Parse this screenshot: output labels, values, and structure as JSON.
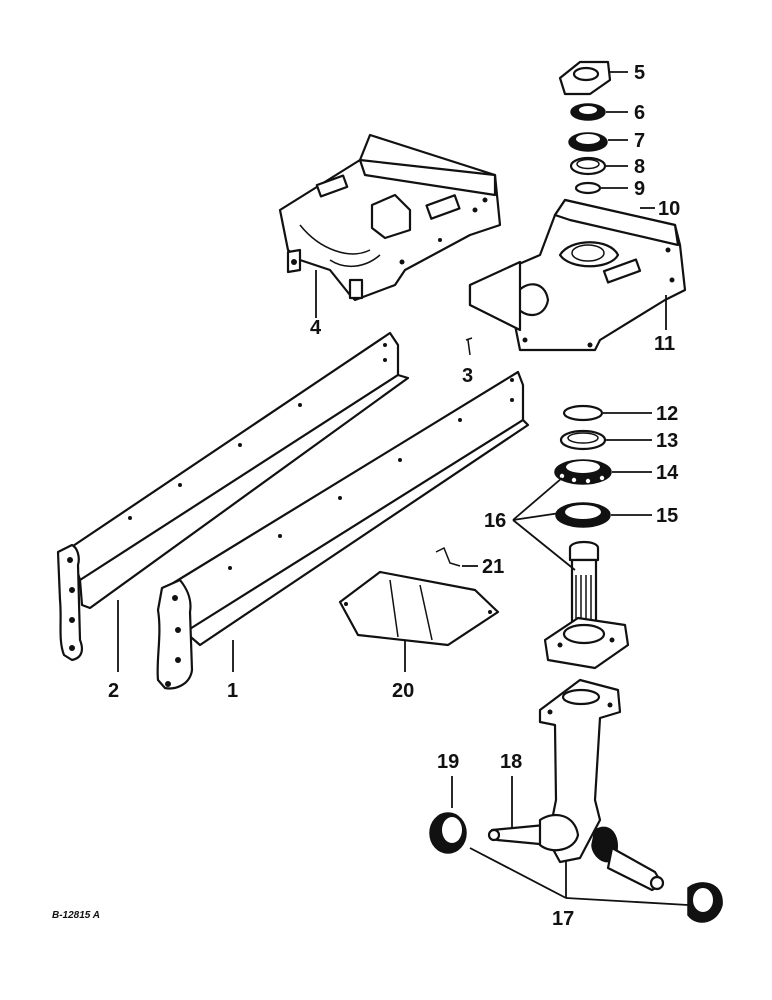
{
  "drawing_code": "B-12815 A",
  "callouts": [
    "1",
    "2",
    "3",
    "4",
    "5",
    "6",
    "7",
    "8",
    "9",
    "10",
    "11",
    "12",
    "13",
    "14",
    "15",
    "16",
    "17",
    "18",
    "19",
    "20",
    "21"
  ],
  "colors": {
    "ink": "#111111",
    "paper": "#ffffff"
  }
}
